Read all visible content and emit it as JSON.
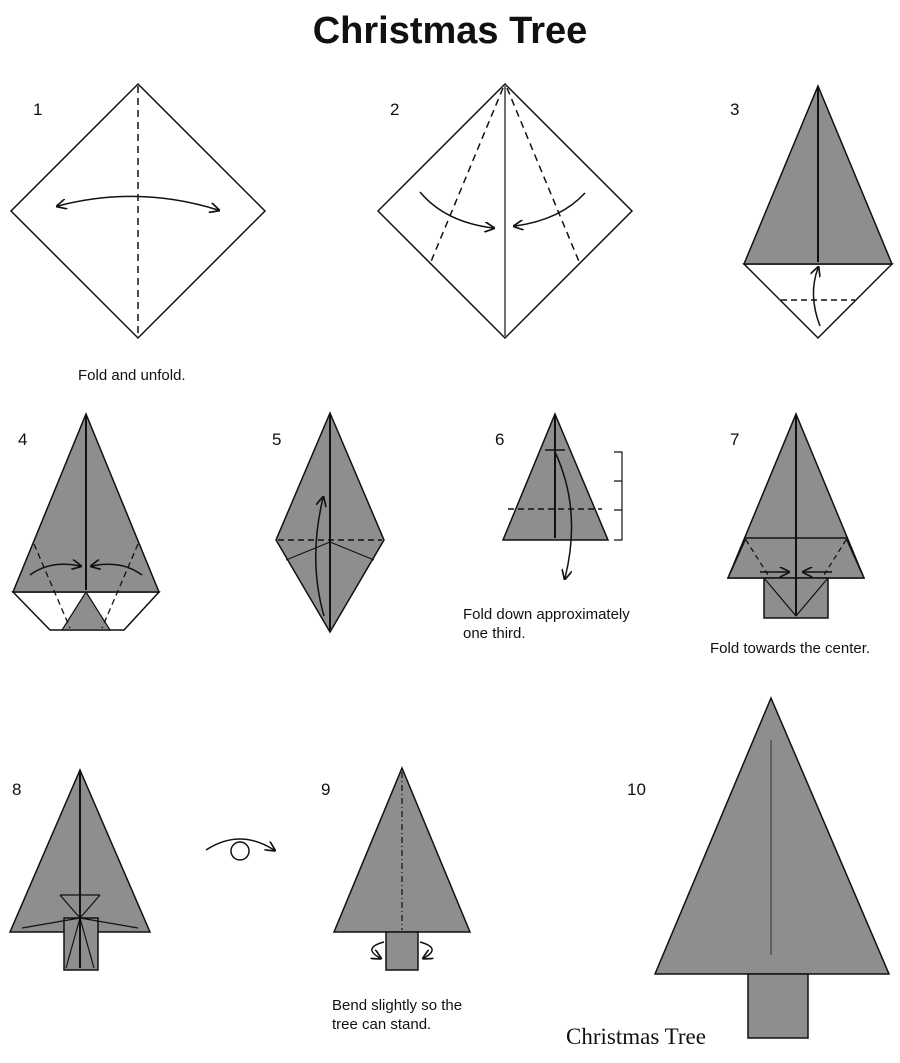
{
  "title": "Christmas Tree",
  "colors": {
    "paper_color": "#8e8e8e",
    "line_color": "#111111",
    "background": "#ffffff"
  },
  "steps": [
    {
      "number": "1",
      "caption": "Fold and unfold."
    },
    {
      "number": "2",
      "caption": ""
    },
    {
      "number": "3",
      "caption": ""
    },
    {
      "number": "4",
      "caption": ""
    },
    {
      "number": "5",
      "caption": ""
    },
    {
      "number": "6",
      "caption_line1": "Fold down approximately",
      "caption_line2": "one third."
    },
    {
      "number": "7",
      "caption": "Fold towards the center."
    },
    {
      "number": "8",
      "caption": ""
    },
    {
      "number": "9",
      "caption_line1": "Bend slightly so the",
      "caption_line2": "tree can stand."
    },
    {
      "number": "10",
      "caption": "Christmas Tree"
    }
  ]
}
